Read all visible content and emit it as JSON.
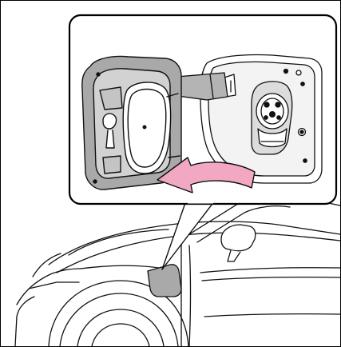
{
  "illustration": {
    "colors": {
      "line": "#111111",
      "door_fill": "#a9a9a9",
      "door_light": "#d2d2d2",
      "body_fill": "#ffffff",
      "arrow_fill": "#f2a7c3",
      "inset_border": "#000000"
    },
    "icons": {
      "arrow": "curved-arrow-left",
      "door": "charging-port-door",
      "inlet": "charging-inlet"
    }
  }
}
